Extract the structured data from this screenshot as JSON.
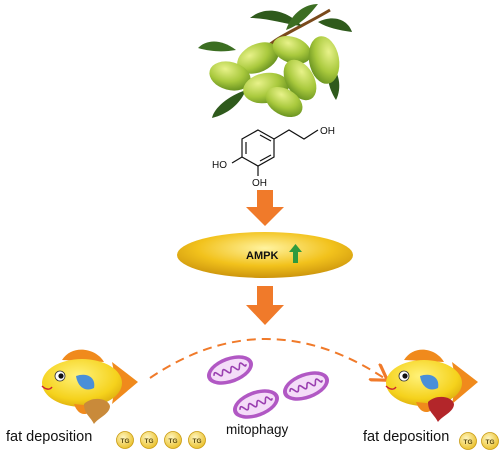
{
  "chem": {
    "oh_top": "OH",
    "ho_left": "HO",
    "oh_bottom": "OH"
  },
  "ampk": {
    "label": "AMPK",
    "direction": "up"
  },
  "left_panel": {
    "caption": "fat deposition",
    "tg_badges": [
      "TG",
      "TG",
      "TG",
      "TG"
    ]
  },
  "right_panel": {
    "caption": "fat deposition",
    "tg_badges": [
      "TG",
      "TG"
    ]
  },
  "middle": {
    "caption": "mitophagy"
  },
  "colors": {
    "arrow": "#f07a2a",
    "ampk_ellipse": "#f2c21c",
    "up_arrow": "#2e9a3e",
    "fish_body": "#f5d21c",
    "fish_fin": "#f08a1c",
    "fish_eye_patch": "#4a8fd8",
    "liver_healthy": "#c98a3a",
    "liver_reduced": "#b3262a",
    "mitochondria": "#b158c4",
    "olive": "#9bc23c",
    "leaf": "#2f5a1c",
    "tg_badge": "#f7d84a"
  }
}
